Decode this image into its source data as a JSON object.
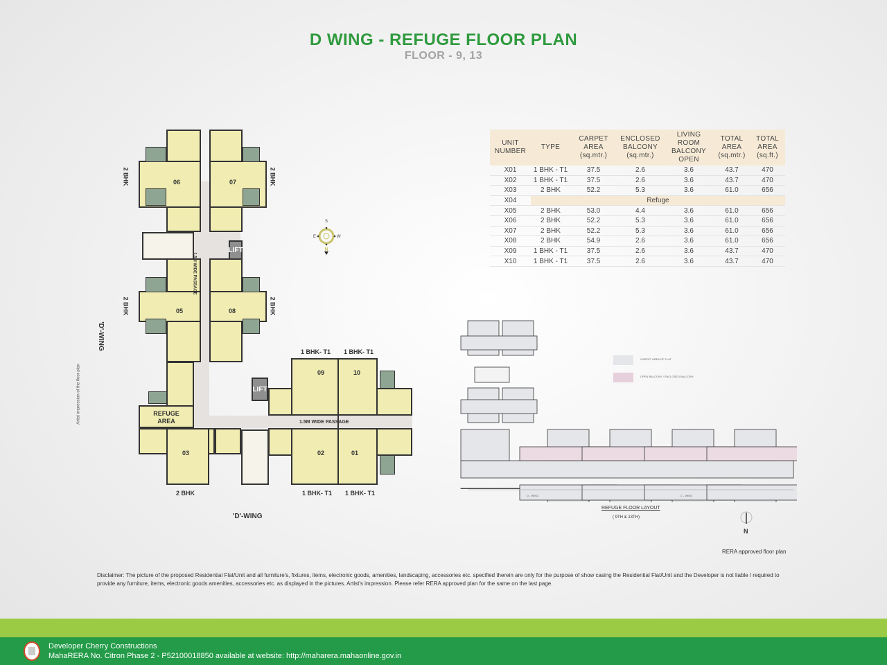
{
  "header": {
    "title": "D WING - REFUGE FLOOR PLAN",
    "subtitle": "FLOOR - 9, 13"
  },
  "table": {
    "headers": [
      "UNIT\nNUMBER",
      "TYPE",
      "CARPET\nAREA\n(sq.mtr.)",
      "ENCLOSED\nBALCONY\n(sq.mtr.)",
      "LIVING\nROOM\nBALCONY\nOPEN",
      "TOTAL\nAREA\n(sq.mtr.)",
      "TOTAL\nAREA\n(sq.ft.)"
    ],
    "rows": [
      [
        "X01",
        "1 BHK - T1",
        "37.5",
        "2.6",
        "3.6",
        "43.7",
        "470"
      ],
      [
        "X02",
        "1 BHK - T1",
        "37.5",
        "2.6",
        "3.6",
        "43.7",
        "470"
      ],
      [
        "X03",
        "2 BHK",
        "52.2",
        "5.3",
        "3.6",
        "61.0",
        "656"
      ],
      [
        "X04",
        "Refuge"
      ],
      [
        "X05",
        "2 BHK",
        "53.0",
        "4.4",
        "3.6",
        "61.0",
        "656"
      ],
      [
        "X06",
        "2 BHK",
        "52.2",
        "5.3",
        "3.6",
        "61.0",
        "656"
      ],
      [
        "X07",
        "2 BHK",
        "52.2",
        "5.3",
        "3.6",
        "61.0",
        "656"
      ],
      [
        "X08",
        "2 BHK",
        "54.9",
        "2.6",
        "3.6",
        "61.0",
        "656"
      ],
      [
        "X09",
        "1 BHK - T1",
        "37.5",
        "2.6",
        "3.6",
        "43.7",
        "470"
      ],
      [
        "X10",
        "1 BHK - T1",
        "37.5",
        "2.6",
        "3.6",
        "43.7",
        "470"
      ]
    ]
  },
  "plan": {
    "units": {
      "u06": "06",
      "u07": "07",
      "u05": "05",
      "u08": "08",
      "u09": "09",
      "u10": "10",
      "u03": "03",
      "u02": "02",
      "u01": "01"
    },
    "type_2bhk": "2 BHK",
    "type_1bhk": "1 BHK- T1",
    "lift": "LIFT",
    "refuge_area": "REFUGE\nAREA",
    "passage": "1.5M WIDE PASSAGE",
    "wing": "'D'-WING",
    "artist_note": "Artist impression of the floor plan",
    "compass": {
      "top": "S",
      "left": "E",
      "right": "W",
      "bottom": "N"
    }
  },
  "layout": {
    "legend": [
      "CARPET AREA OF FLAT",
      "OPEN BALCONY / ENCLOSED BALCONY"
    ],
    "caption": "REFUGE FLOOR LAYOUT",
    "floors": "( 9TH & 13TH)",
    "north": "N",
    "wings": [
      "D - WING",
      "C - WING"
    ],
    "rera_note": "RERA approved floor plan"
  },
  "colors": {
    "title": "#2f9a3e",
    "unit_fill": "#f0ecb2",
    "bath_fill": "#8fa593",
    "band_light": "#9bcb45",
    "band_dark": "#239b48"
  },
  "disclaimer": "Disclaimer: The picture of the proposed Residential Flat/Unit and all furniture's, fixtures, items, electronic goods, amenities, landscaping, accessories etc. specified therein are only for the purpose of show casing the Residential Flat/Unit and the Developer is not liable / required to provide any furniture, items, electronic goods amenities, accessories etc. as displayed in the pictures. Artist's impression. Please refer RERA approved plan for the same on the last page.",
  "footer": {
    "developer": "Developer Cherry Constructions",
    "rera": "MahaRERA No. Citron Phase 2 - P52100018850 available at website: http://maharera.mahaonline.gov.in"
  }
}
